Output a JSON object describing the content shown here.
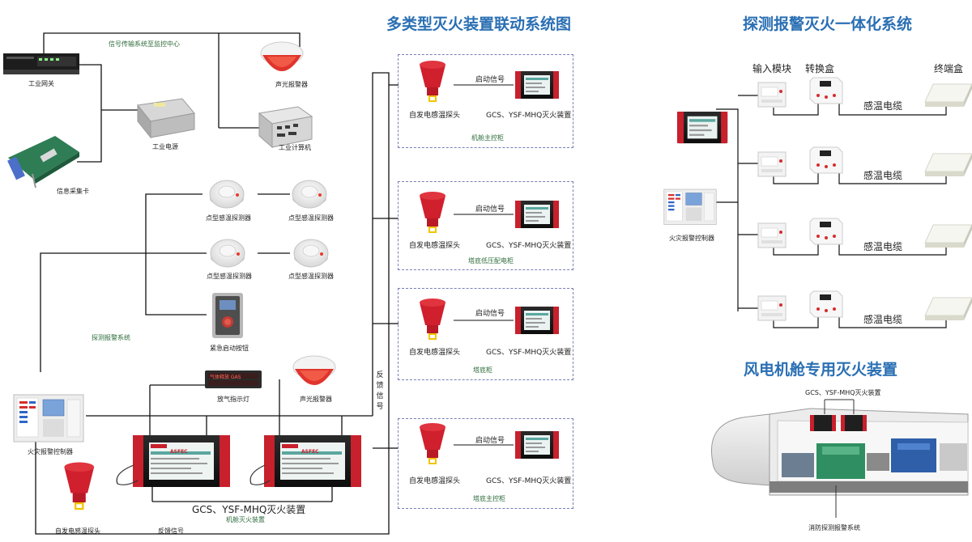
{
  "titles": {
    "main": "多类型灭火装置联动系统图",
    "integrated": "探测报警灭火一体化系统",
    "wind": "风电机舱专用灭火装置"
  },
  "left": {
    "signal_transfer": "信号传输系统至监控中心",
    "gateway": "工业网关",
    "power": "工业电源",
    "daq_card": "信息采集卡",
    "computer": "工业计算机",
    "alarm_top": "声光报警器",
    "detector": "点型感温探测器",
    "emergency_button": "紧急启动按钮",
    "detection_system": "探测报警系统",
    "release_light": "放气指示灯",
    "release_light_text": "气体释放 GAS",
    "alarm_bottom": "声光报警器",
    "fire_controller": "火灾报警控制器",
    "self_probe": "自发电感温探头",
    "feedback_signal": "反馈信号",
    "device_name": "GCS、YSF-MHQ灭火装置",
    "device_caption": "机舱灭火装置",
    "brand": "ASFEC"
  },
  "middle": {
    "feedback_vertical": "反馈信号",
    "units": [
      {
        "probe": "自发电感温探头",
        "start_signal": "启动信号",
        "device": "GCS、YSF-MHQ灭火装置",
        "cabinet": "机舱主控柜"
      },
      {
        "probe": "自发电感温探头",
        "start_signal": "启动信号",
        "device": "GCS、YSF-MHQ灭火装置",
        "cabinet": "塔底低压配电柜"
      },
      {
        "probe": "自发电感温探头",
        "start_signal": "启动信号",
        "device": "GCS、YSF-MHQ灭火装置",
        "cabinet": "塔底柜"
      },
      {
        "probe": "自发电感温探头",
        "start_signal": "启动信号",
        "device": "GCS、YSF-MHQ灭火装置",
        "cabinet": "塔底主控柜"
      }
    ]
  },
  "right": {
    "input_module": "输入模块",
    "junction_box": "转换盒",
    "terminal_box": "终端盒",
    "cable": "感温电缆",
    "fire_controller": "火灾报警控制器",
    "wind_device": "GCS、YSF-MHQ灭火装置",
    "wind_system": "消防探测报警系统"
  },
  "colors": {
    "title_blue": "#2a6fb3",
    "device_red": "#c8202c",
    "caption_green": "#2f6d3c",
    "dash_border": "#7a7fb6"
  }
}
